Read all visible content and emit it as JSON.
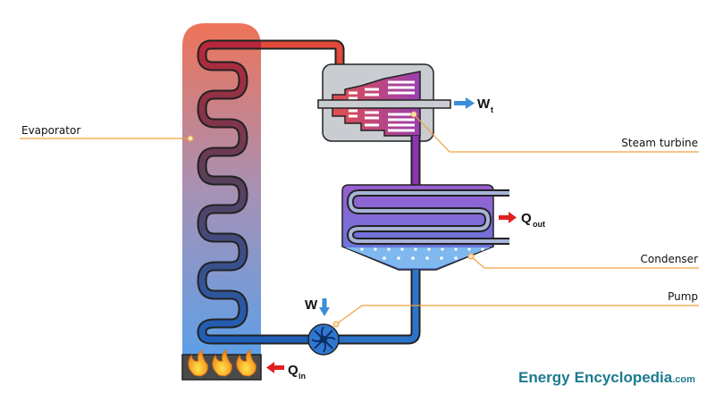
{
  "labels": {
    "evaporator": "Evaporator",
    "steam_turbine": "Steam turbine",
    "condenser": "Condenser",
    "pump": "Pump"
  },
  "symbols": {
    "work_turbine": "W",
    "work_turbine_sub": "t",
    "heat_out": "Q",
    "heat_out_sub": "out",
    "heat_in": "Q",
    "heat_in_sub": "in",
    "work_pump": "W"
  },
  "brand": {
    "word1": "Energy",
    "word2": "Encyclopedia",
    "suffix": ".com"
  },
  "colors": {
    "hot": "#e8654a",
    "warm_purple": "#9b3fb0",
    "cold": "#2b74c9",
    "leader": "#f0a040",
    "arrow_red": "#e02020",
    "arrow_blue": "#3a8ed8",
    "brand": "#1c7b8f"
  }
}
